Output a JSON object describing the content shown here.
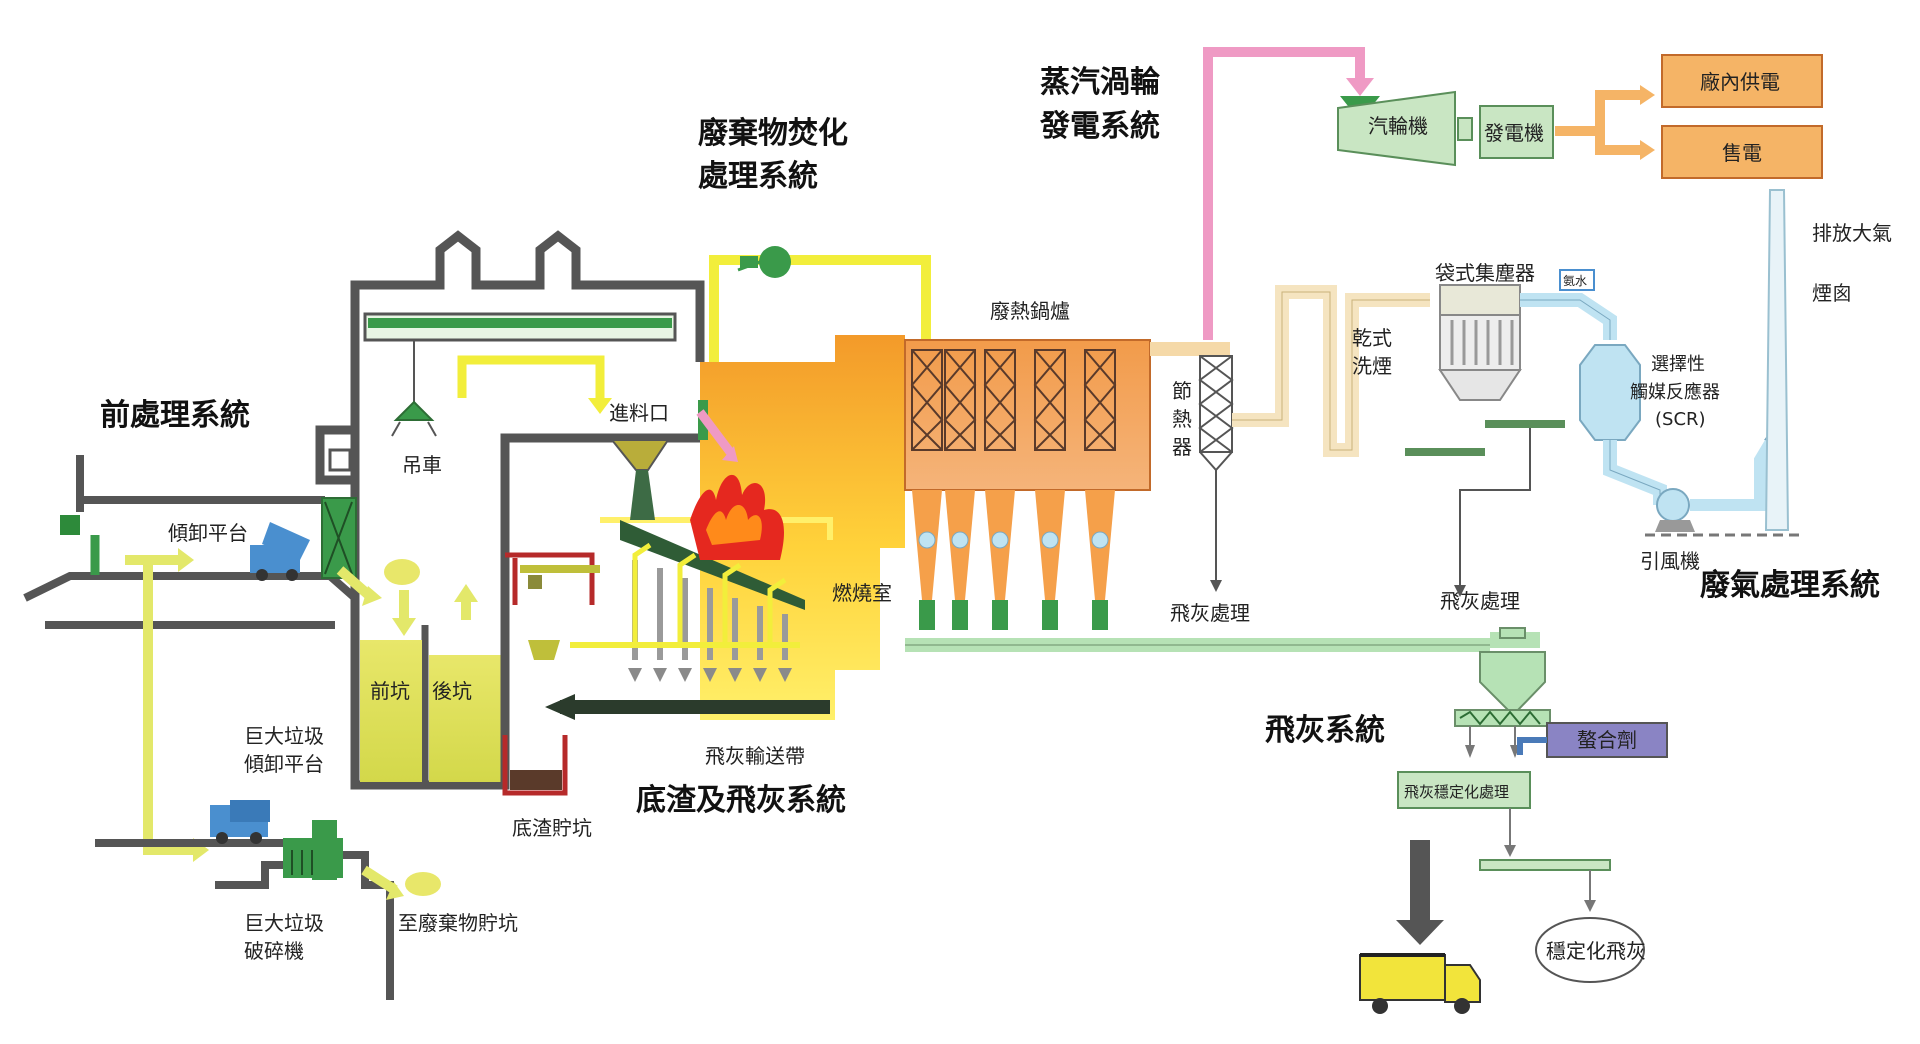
{
  "sections": {
    "pretreatment": "前處理系統",
    "incineration_1": "廢棄物焚化",
    "incineration_2": "處理系統",
    "steam_1": "蒸汽渦輪",
    "steam_2": "發電系統",
    "bottom_ash": "底渣及飛灰系統",
    "fly_ash_system": "飛灰系統",
    "exhaust": "廢氣處理系統"
  },
  "labels": {
    "crane": "吊車",
    "tipping_platform": "傾卸平台",
    "feed_inlet": "進料口",
    "front_pit": "前坑",
    "back_pit": "後坑",
    "bulky_tipping_1": "巨大垃圾",
    "bulky_tipping_2": "傾卸平台",
    "bulky_crusher_1": "巨大垃圾",
    "bulky_crusher_2": "破碎機",
    "to_waste_pit": "至廢棄物貯坑",
    "bottom_ash_pit": "底渣貯坑",
    "fly_ash_conveyor": "飛灰輸送帶",
    "combustion_chamber": "燃燒室",
    "waste_heat_boiler": "廢熱鍋爐",
    "economizer_1": "節",
    "economizer_2": "熱",
    "economizer_3": "器",
    "fly_ash_treatment_1": "飛灰處理",
    "fly_ash_treatment_2": "飛灰處理",
    "dry_scrubber_1": "乾式",
    "dry_scrubber_2": "洗煙",
    "bag_filter": "袋式集塵器",
    "ammonia": "氨水",
    "scr_1": "選擇性",
    "scr_2": "觸媒反應器",
    "scr_3": "(SCR)",
    "id_fan": "引風機",
    "exhaust_air": "排放大氣",
    "chimney": "煙囪",
    "turbine": "汽輪機",
    "generator": "發電機",
    "plant_power": "廠內供電",
    "sell_power": "售電",
    "chelating_agent": "螯合劑",
    "fly_ash_stabilization": "飛灰穩定化處理",
    "stabilized_fly_ash": "穩定化飛灰"
  },
  "colors": {
    "yellow": "#f2ee3b",
    "pink": "#ef9ac4",
    "green_pale": "#b6e2b5",
    "orange": "#f5b466",
    "dark_gray": "#595959",
    "light_green": "#c9e6c3",
    "purple": "#8a84c4",
    "light_blue": "#bfe3f2"
  }
}
